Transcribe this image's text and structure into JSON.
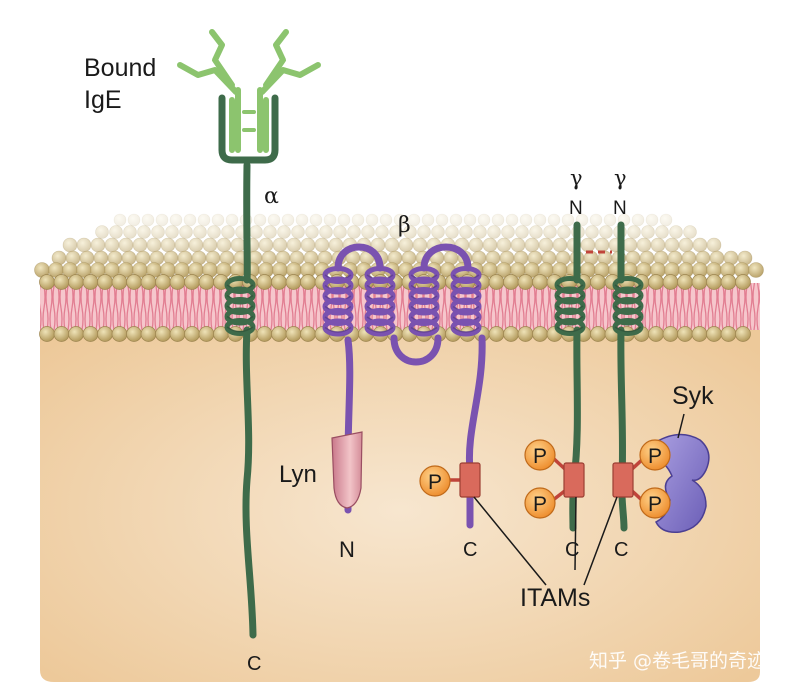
{
  "labels": {
    "bound_ige_line1": "Bound",
    "bound_ige_line2": "IgE",
    "alpha": "α",
    "beta": "β",
    "gamma1": "γ",
    "gamma2": "γ",
    "gamma1_n": "N",
    "gamma2_n": "N",
    "alpha_c": "C",
    "lyn": "Lyn",
    "beta_n": "N",
    "beta_c": "C",
    "gamma1_c": "C",
    "gamma2_c": "C",
    "syk": "Syk",
    "itams": "ITAMs",
    "watermark": "知乎 @卷毛哥的奇迹"
  },
  "phospho": {
    "label": "P",
    "count": 5
  },
  "colors": {
    "alpha_chain": "#3e6b4a",
    "ige": "#8cc46e",
    "beta_chain": "#7a52b0",
    "gamma_chain": "#3e6b4a",
    "lipid_head": "#c9b680",
    "lipid_tail": "#e89aa8",
    "cytoplasm": "#f1d2a8",
    "phosphate": "#f2a04a",
    "itam": "#d96a5c",
    "syk": "#8a7fce",
    "lyn": "#e7a2ab"
  }
}
